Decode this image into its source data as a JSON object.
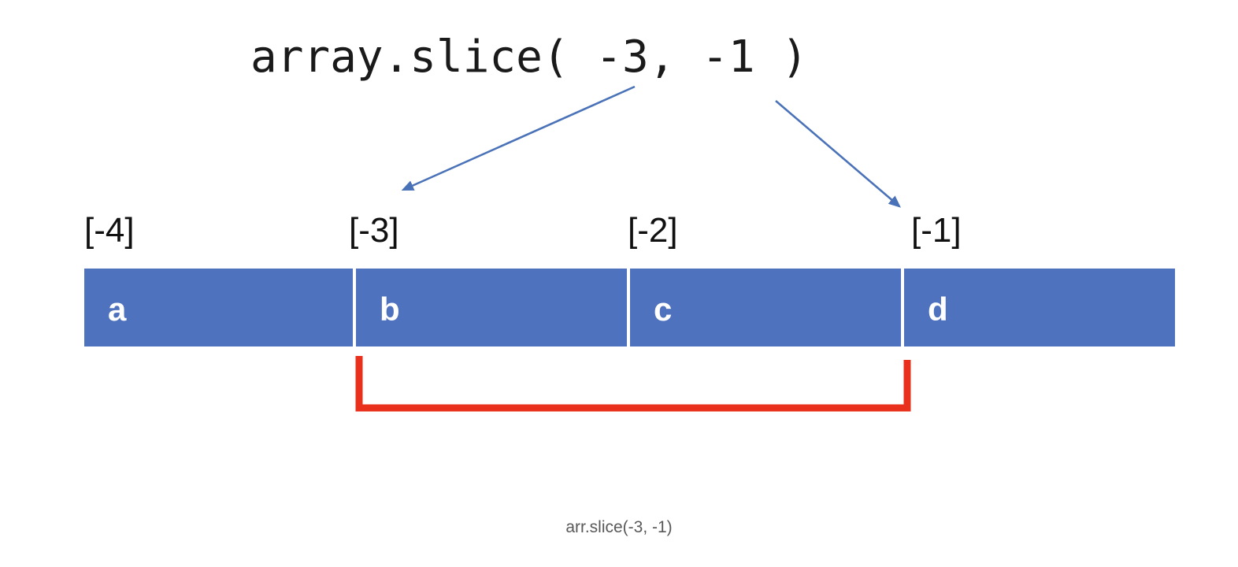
{
  "title": {
    "code": "array.slice( -3, -1 )"
  },
  "caption": {
    "text": "arr.slice(-3, -1)"
  },
  "colors": {
    "array_fill": "#4f72bf",
    "cell_divider": "#ffffff",
    "arrow": "#4a72b8",
    "bracket": "#e8301d",
    "label_text": "#101010",
    "cell_text": "#ffffff",
    "caption_text": "#595959",
    "background": "#ffffff"
  },
  "array": {
    "labels": [
      "[-4]",
      "[-3]",
      "[-2]",
      "[-1]"
    ],
    "cells": [
      {
        "value": "a",
        "index": "[-4]",
        "selected": false
      },
      {
        "value": "b",
        "index": "[-3]",
        "selected": true
      },
      {
        "value": "c",
        "index": "[-2]",
        "selected": true
      },
      {
        "value": "d",
        "index": "[-1]",
        "selected": false
      }
    ]
  },
  "annotations": {
    "start_arrow": {
      "label": "-3",
      "points_to": "[-3]"
    },
    "end_arrow": {
      "label": "-1",
      "points_to": "[-1]"
    },
    "selection_bracket": {
      "from": "[-3]",
      "to": "[-1]",
      "note": "selected range b, c"
    }
  }
}
